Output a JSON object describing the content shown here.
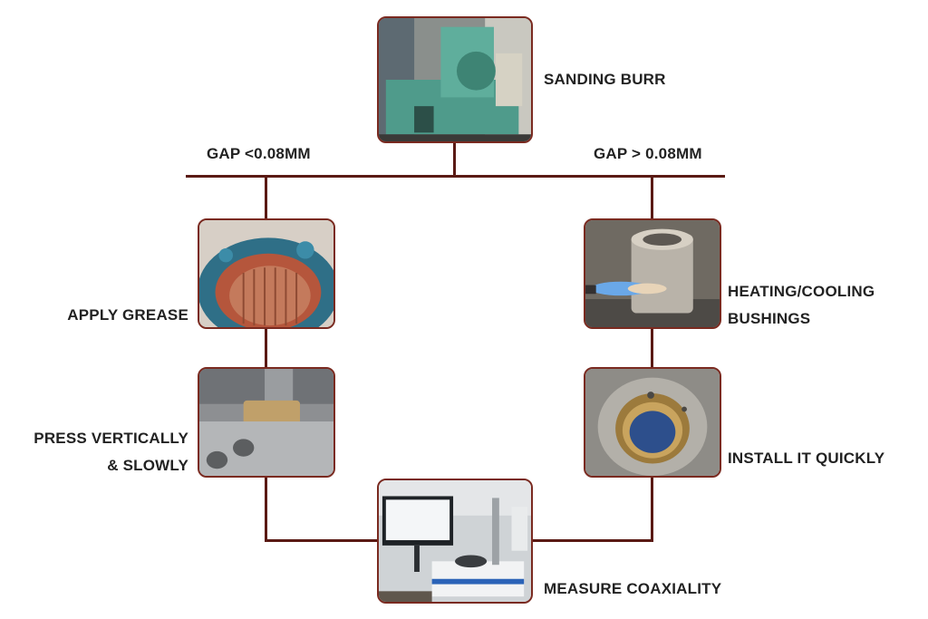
{
  "colors": {
    "line": "#5a1a14",
    "frame": "#7a2a20",
    "text": "#222222"
  },
  "branches": {
    "left": "GAP <0.08MM",
    "right": "GAP  > 0.08MM"
  },
  "steps": {
    "sanding": {
      "label": "SANDING BURR",
      "icon": "grinding-machine-photo"
    },
    "grease": {
      "label": "APPLY GREASE",
      "icon": "greased-bushing-photo"
    },
    "press": {
      "lines": [
        "PRESS VERTICALLY",
        "& SLOWLY"
      ],
      "icon": "press-fit-photo"
    },
    "heating": {
      "lines": [
        "HEATING/COOLING",
        "BUSHINGS"
      ],
      "icon": "torch-heating-photo"
    },
    "install": {
      "label": "INSTALL IT QUICKLY",
      "icon": "installed-bushing-photo"
    },
    "measure": {
      "label": "MEASURE COAXIALITY",
      "icon": "measuring-instrument-photo"
    }
  }
}
